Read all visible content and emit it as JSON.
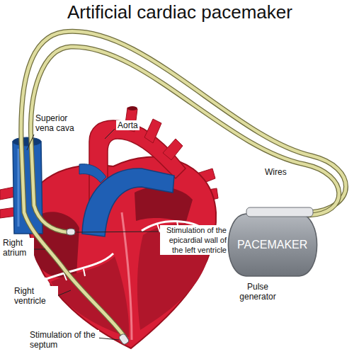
{
  "diagram": {
    "title": "Artificial cardiac pacemaker",
    "nodes": [
      {
        "text": [
          "PACEMAKER",
          "Pulse generator"
        ]
      }
    ],
    "labels": [
      "Superior vena cava",
      "Aorta",
      "Wires",
      "Stimulation of the epicardial wall of the left ventricle",
      "Right atrium",
      "Right ventricle",
      "Stimulation of the septum"
    ]
  }
}
